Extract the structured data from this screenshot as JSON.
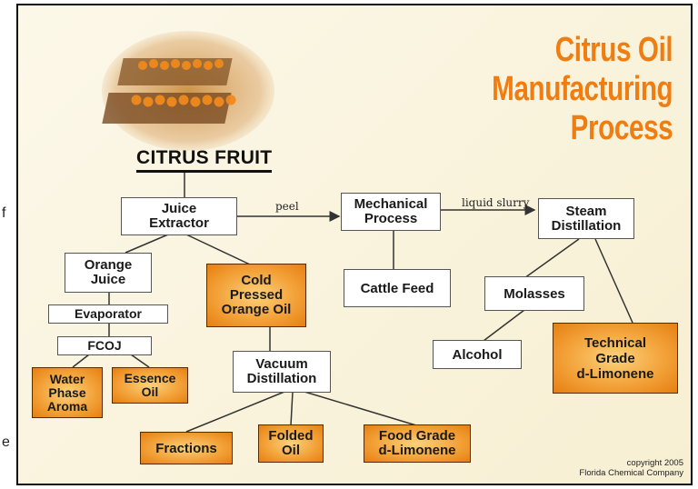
{
  "title": [
    "Citrus Oil",
    "Manufacturing",
    "Process"
  ],
  "root": "CITRUS FRUIT",
  "edge_glyphs": {
    "top": "f",
    "bottom": "e"
  },
  "nodes": {
    "juice_extractor": "Juice\nExtractor",
    "mechanical_process": "Mechanical\nProcess",
    "steam_distillation": "Steam\nDistillation",
    "orange_juice": "Orange\nJuice",
    "cold_pressed_orange_oil": "Cold\nPressed\nOrange Oil",
    "cattle_feed": "Cattle Feed",
    "molasses": "Molasses",
    "evaporator": "Evaporator",
    "fcoj": "FCOJ",
    "vacuum_distillation": "Vacuum\nDistillation",
    "alcohol": "Alcohol",
    "technical_grade_d_limonene": "Technical\nGrade\nd-Limonene",
    "water_phase_aroma": "Water\nPhase\nAroma",
    "essence_oil": "Essence\nOil",
    "fractions": "Fractions",
    "folded_oil": "Folded\nOil",
    "food_grade_d_limonene": "Food Grade\nd-Limonene"
  },
  "edge_labels": {
    "peel": "peel",
    "liquid_slurry": "liquid slurry"
  },
  "copyright": [
    "copyright 2005",
    "Florida Chemical Company"
  ],
  "colors": {
    "accent": "#f07d12",
    "box_orange": "#f3a33b",
    "line": "#333333"
  },
  "icons": {
    "photo": "orange-crates-photo"
  }
}
